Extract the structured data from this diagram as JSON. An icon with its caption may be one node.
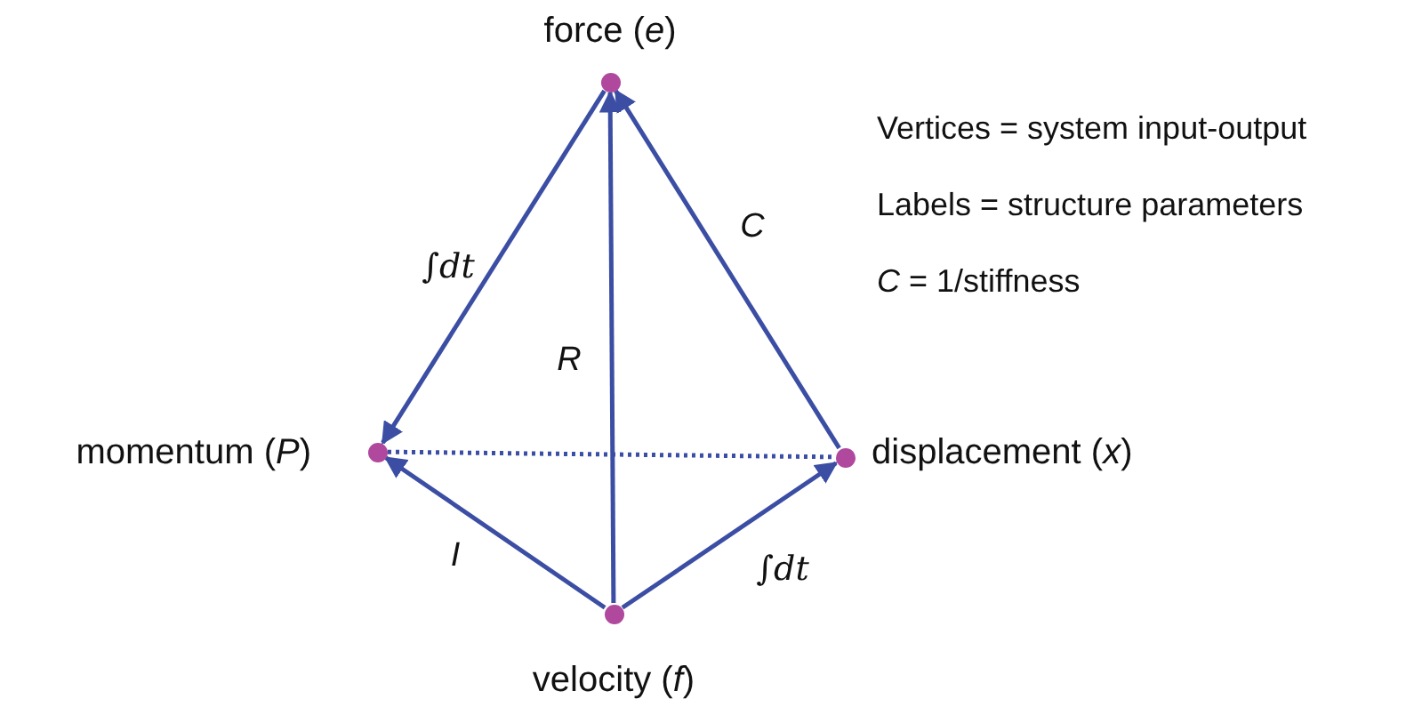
{
  "diagram": {
    "nodes": [
      {
        "text": [],
        "shape": "circle",
        "beside": [
          "force (*e*)"
        ]
      },
      {
        "text": [],
        "shape": "circle",
        "beside": [
          "momentum (*P*)"
        ]
      },
      {
        "text": [],
        "shape": "circle",
        "beside": [
          "displacement (*x*)"
        ]
      },
      {
        "text": [],
        "shape": "circle",
        "beside": [
          "velocity (*f*)"
        ]
      }
    ],
    "edges": [
      {
        "from": 0,
        "to": 1,
        "arrow": "to",
        "label": "∫*dt*"
      },
      {
        "from": 3,
        "to": 0,
        "arrow": "to",
        "label": "*R*"
      },
      {
        "from": 2,
        "to": 0,
        "arrow": "to",
        "label": "*C*"
      },
      {
        "from": 3,
        "to": 1,
        "arrow": "to",
        "label": "*I*"
      },
      {
        "from": 3,
        "to": 2,
        "arrow": "to",
        "label": "∫*dt*"
      },
      {
        "from": 1,
        "to": 2,
        "arrow": "none",
        "style": "dashed"
      }
    ],
    "labels": [
      "Vertices = system input-output",
      "Labels = structure parameters",
      "*C* = 1/stiffness"
    ]
  }
}
